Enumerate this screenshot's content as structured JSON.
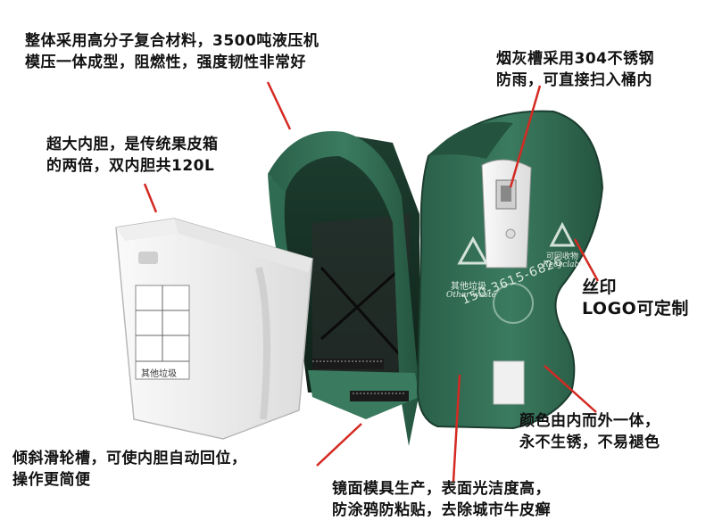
{
  "callouts": {
    "material": {
      "line1": "整体采用高分子复合材料，3500吨液压机",
      "line2": "模压一体成型，阻燃性，强度韧性非常好"
    },
    "ashtray": {
      "line1": "烟灰槽采用304不锈钢",
      "line2": "防雨，可直接扫入桶内"
    },
    "liner": {
      "line1": "超大内胆，是传统果皮箱",
      "line2": "的两倍，双内胆共120L"
    },
    "logo": {
      "line1": "丝印",
      "line2": "LOGO可定制"
    },
    "color": {
      "line1": "颜色由内而外一体，",
      "line2": "永不生锈，不易褪色"
    },
    "slide": {
      "line1": "倾斜滑轮槽，可使内胆自动回位，",
      "line2": "操作更简便"
    },
    "mirror": {
      "line1": "镜面模具生产，表面光洁度高，",
      "line2": "防涂鸦防粘贴，去除城市牛皮癣"
    }
  },
  "product_labels": {
    "left_panel": "其他垃圾",
    "left_panel_script": "Other waste",
    "right_panel": "可回收物",
    "right_panel_script": "Recyclable",
    "liner_label": "其他垃圾",
    "watermark": "150-3615-6826"
  },
  "colors": {
    "body_green": "#2f6b52",
    "body_green_dark": "#1f4b39",
    "arrow_red": "#d42a22",
    "liner_white": "#f2f2f2"
  }
}
